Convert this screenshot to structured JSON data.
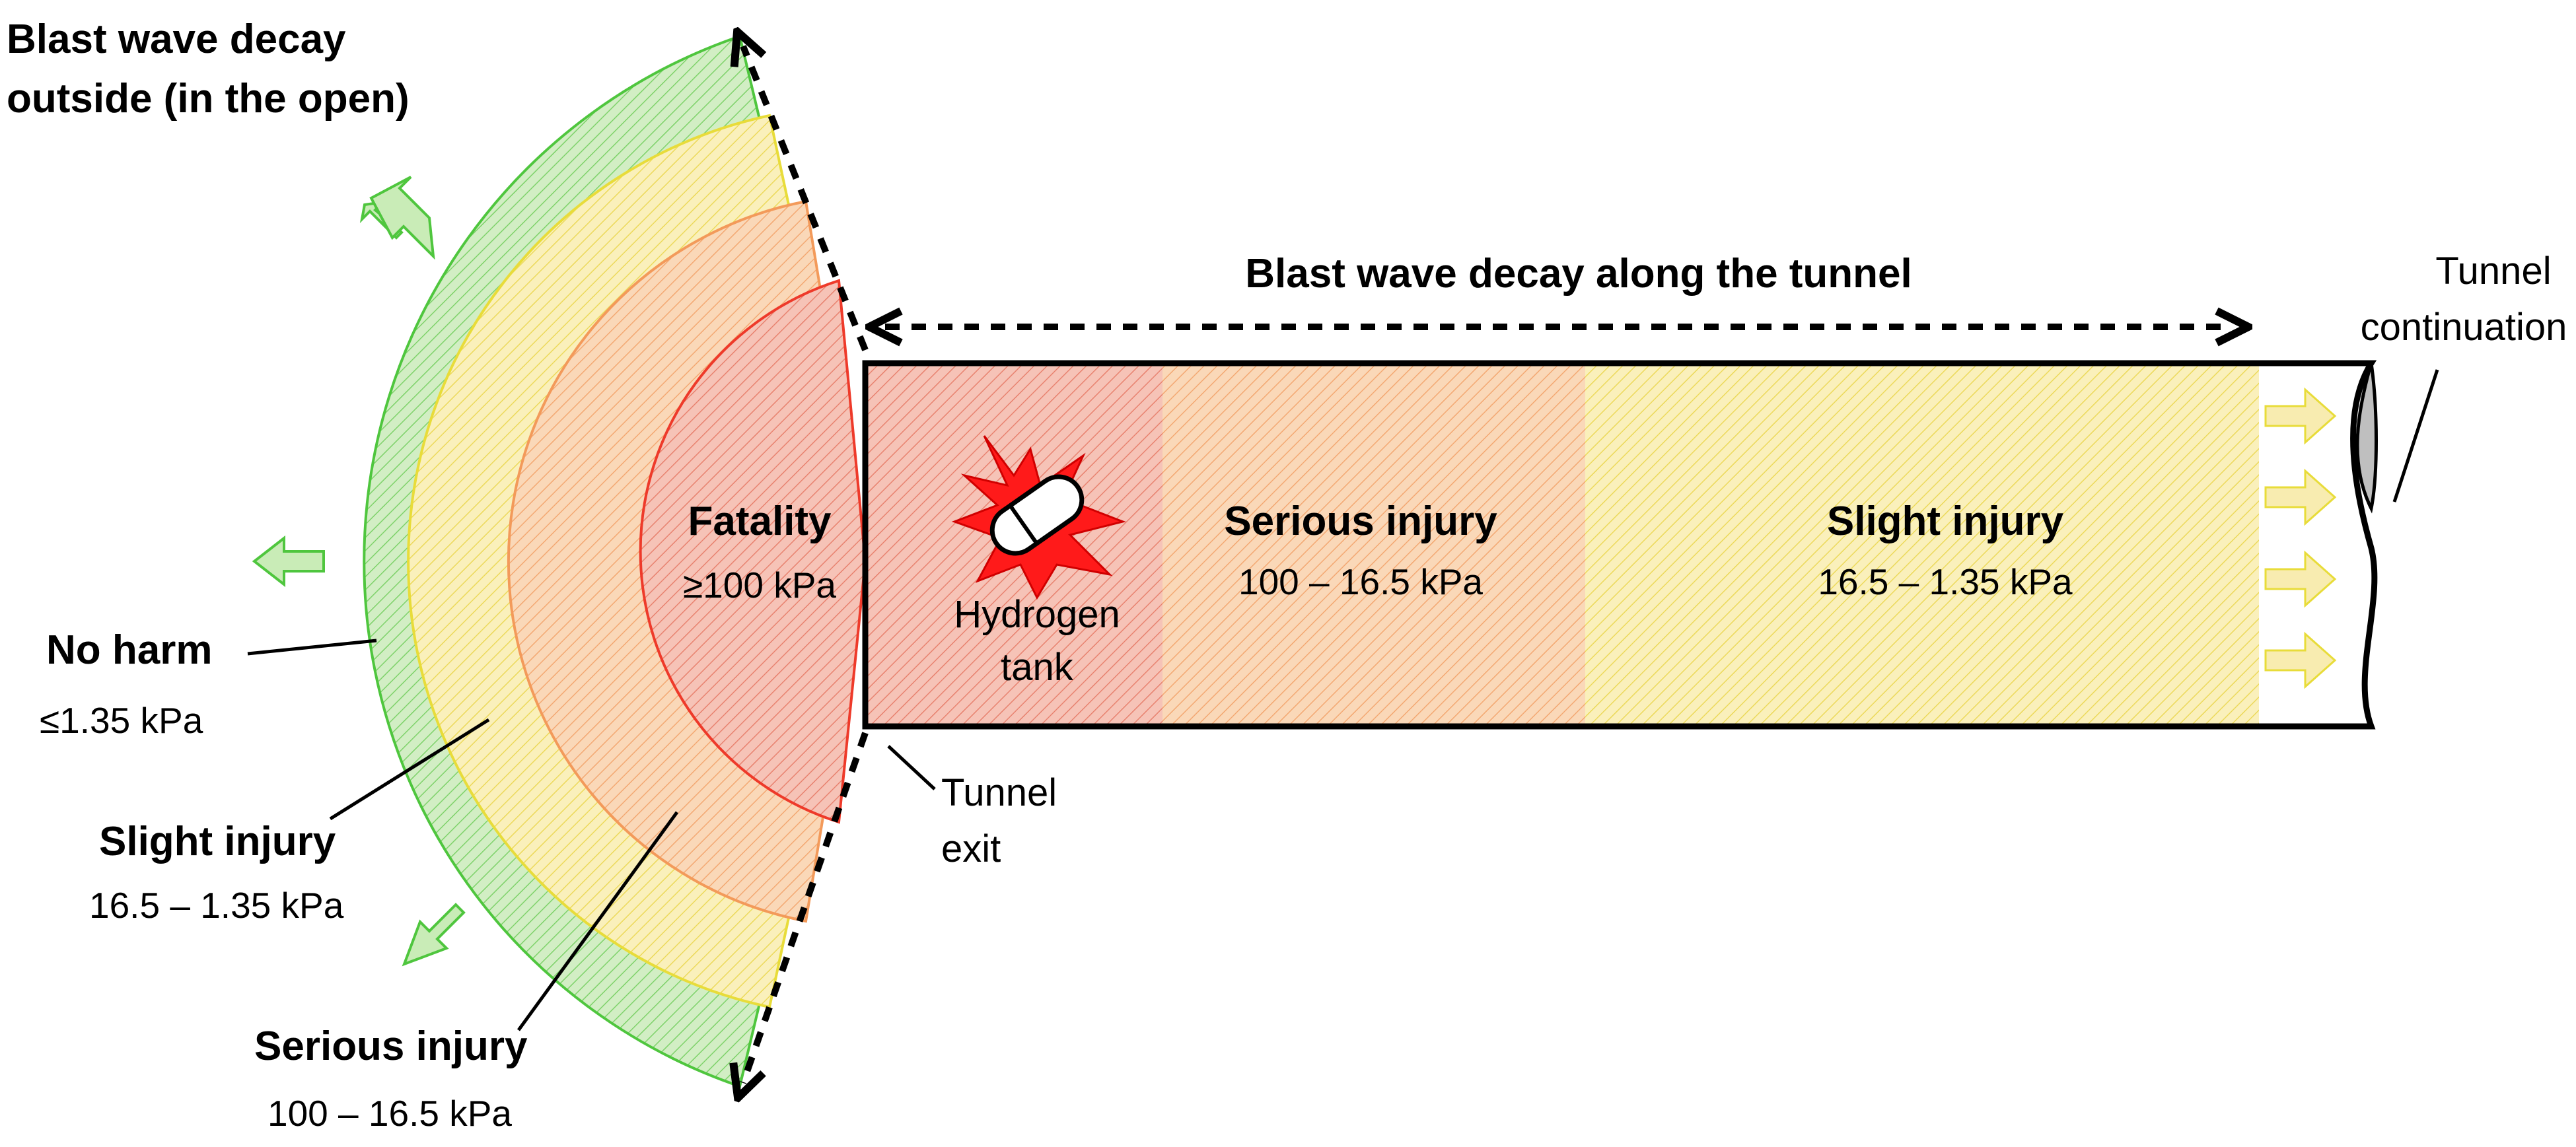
{
  "titles": {
    "outside": [
      "Blast wave decay",
      "outside (in the open)"
    ],
    "tunnel": "Blast wave decay along the tunnel"
  },
  "outside_zones": {
    "fatality": {
      "label": "Fatality",
      "value": "≥100 kPa"
    },
    "no_harm": {
      "label": "No harm",
      "value": "≤1.35 kPa"
    },
    "slight": {
      "label": "Slight injury",
      "value": "16.5 – 1.35 kPa"
    },
    "serious": {
      "label": "Serious injury",
      "value": "100 – 16.5 kPa"
    }
  },
  "tunnel_zones": {
    "serious": {
      "label": "Serious injury",
      "value": "100 – 16.5 kPa"
    },
    "slight": {
      "label": "Slight injury",
      "value": "16.5 – 1.35 kPa"
    }
  },
  "tank": {
    "label": [
      "Hydrogen",
      "tank"
    ]
  },
  "exit": {
    "label": [
      "Tunnel",
      "exit"
    ]
  },
  "continuation": {
    "label": [
      "Tunnel",
      "continuation"
    ]
  },
  "colors": {
    "fatality": "#f4b4a8",
    "serious": "#f8cfa6",
    "slight": "#f7eba3",
    "no_harm": "#b9e3a6",
    "fatality_line": "#ee3a2a",
    "serious_line": "#f39a5a",
    "slight_line": "#e8dc3a",
    "no_harm_line": "#4fc63e",
    "explosion": "#ff0000"
  },
  "icons": [
    "hydrogen-tank-icon",
    "explosion-icon",
    "arrow-icon"
  ]
}
